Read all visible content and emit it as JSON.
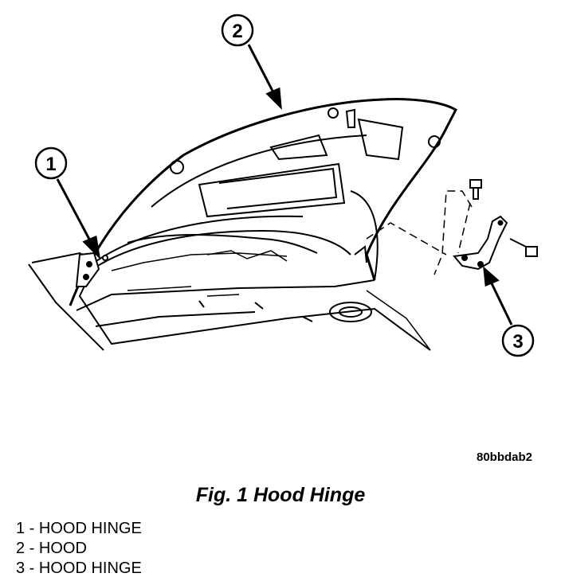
{
  "diagram": {
    "callouts": [
      {
        "number": "1"
      },
      {
        "number": "2"
      },
      {
        "number": "3"
      }
    ],
    "image_code": "80bbdab2"
  },
  "caption": "Fig. 1 Hood Hinge",
  "legend": [
    {
      "text": "1 - HOOD HINGE"
    },
    {
      "text": "2 - HOOD"
    },
    {
      "text": "3 - HOOD HINGE"
    }
  ]
}
